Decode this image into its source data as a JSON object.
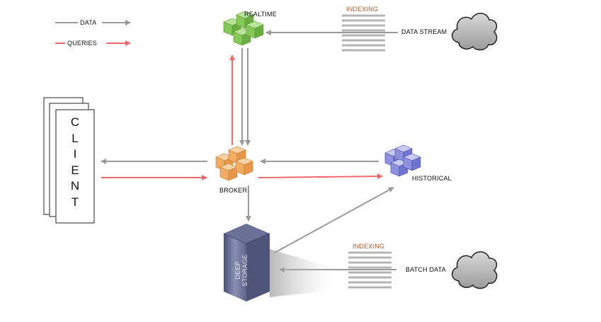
{
  "legend": {
    "data_label": "DATA",
    "queries_label": "QUERIES",
    "data_color": "#9a9a9a",
    "queries_color": "#f06a6a"
  },
  "nodes": {
    "realtime": "REALTIME",
    "broker": "BROKER",
    "historical": "HISTORICAL",
    "client_letters": [
      "C",
      "L",
      "I",
      "E",
      "N",
      "T"
    ],
    "deep_storage": "DEEP STORAGE"
  },
  "sources": {
    "stream_indexing": "INDEXING",
    "data_stream": "DATA STREAM",
    "batch_indexing": "INDEXING",
    "batch_data": "BATCH DATA"
  },
  "colors": {
    "realtime": "#7cc04a",
    "broker": "#f0a24e",
    "historical": "#6f74d8",
    "deep_storage": "#7b80a8",
    "indexing_text": "#b65a2a"
  },
  "icons": [
    "cloud-icon",
    "cube-cluster-icon",
    "server-icon",
    "document-stack-icon"
  ]
}
